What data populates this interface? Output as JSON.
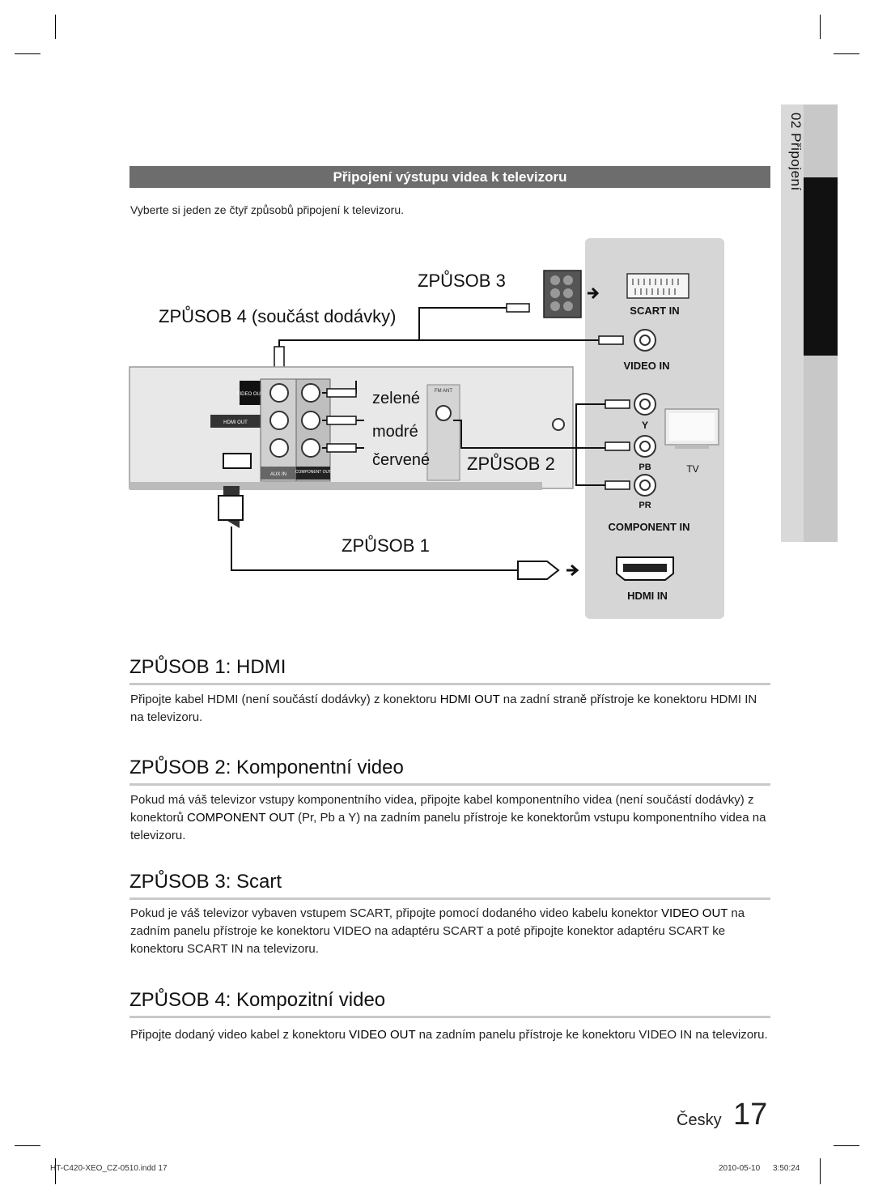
{
  "section_header": "Připojení výstupu videa k televizoru",
  "intro": "Vyberte si jeden ze čtyř způsobů připojení k televizoru.",
  "side_tab": "02  Připojení",
  "diagram": {
    "method3": "ZPŮSOB 3",
    "method4": "ZPŮSOB 4 (součást dodávky)",
    "method2": "ZPŮSOB 2",
    "method1": "ZPŮSOB 1",
    "green": "zelené",
    "blue": "modré",
    "red": "červené",
    "scart_in": "SCART IN",
    "video_in": "VIDEO  IN",
    "y": "Y",
    "pb": "PB",
    "pr": "PR",
    "tv": "TV",
    "component_in": "COMPONENT  IN",
    "hdmi_in": "HDMI IN",
    "video_out": "VIDEO OUT",
    "hdmi_out": "HDMI OUT",
    "aux_in": "AUX IN",
    "component_out": "COMPONENT OUT",
    "fm_ant": "FM ANT"
  },
  "sections": [
    {
      "title": "ZPŮSOB 1: HDMI",
      "body_parts": [
        "Připojte kabel HDMI (není součástí dodávky) z konektoru ",
        "HDMI OUT",
        " na zadní straně přístroje ke konektoru HDMI IN na televizoru."
      ]
    },
    {
      "title": "ZPŮSOB 2: Komponentní video",
      "body_parts": [
        "Pokud má váš televizor vstupy komponentního videa, připojte kabel komponentního videa (není součástí dodávky) z konektorů ",
        "COMPONENT OUT",
        " (Pr, Pb a Y) na zadním panelu přístroje ke konektorům vstupu komponentního videa na televizoru."
      ]
    },
    {
      "title": "ZPŮSOB 3: Scart",
      "body_parts": [
        "Pokud je váš televizor vybaven vstupem SCART, připojte pomocí dodaného video kabelu konektor ",
        "VIDEO OUT",
        " na zadním panelu přístroje ke konektoru VIDEO na adaptéru SCART a poté připojte konektor adaptéru SCART ke konektoru SCART IN na televizoru."
      ]
    },
    {
      "title": "ZPŮSOB 4: Kompozitní video",
      "body_parts": [
        "Připojte dodaný video kabel z konektoru ",
        "VIDEO OUT",
        " na zadním panelu přístroje ke konektoru VIDEO IN na televizoru."
      ]
    }
  ],
  "footer": {
    "language": "Česky",
    "page": "17",
    "file": "HT-C420-XEO_CZ-0510.indd   17",
    "date": "2010-05-10",
    "time": "3:50:24"
  }
}
